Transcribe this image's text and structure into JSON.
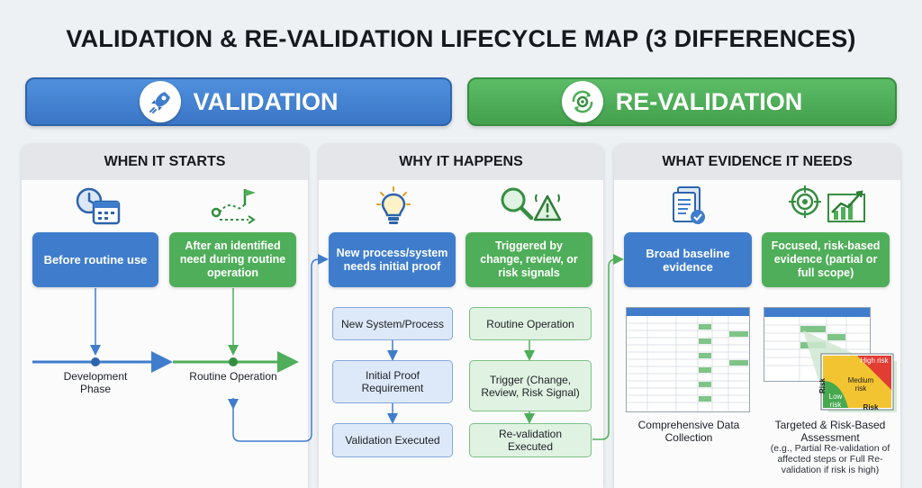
{
  "title": "VALIDATION & RE-VALIDATION LIFECYCLE MAP (3 DIFFERENCES)",
  "banners": {
    "validation": {
      "label": "VALIDATION",
      "icon": "rocket-icon",
      "color": "#3f7dcc"
    },
    "revalidation": {
      "label": "RE-VALIDATION",
      "icon": "gear-cycle-icon",
      "color": "#4fae59"
    }
  },
  "panels": {
    "when": {
      "header": "WHEN IT STARTS",
      "validation_card": "Before routine use",
      "revalidation_card": "After an identified need during routine operation",
      "timeline_left": "Development Phase",
      "timeline_right": "Routine Operation"
    },
    "why": {
      "header": "WHY IT HAPPENS",
      "validation_card": "New process/system needs initial proof",
      "revalidation_card": "Triggered by change, review, or risk signals",
      "validation_steps": [
        "New System/Process",
        "Initial Proof Requirement",
        "Validation Executed"
      ],
      "revalidation_steps": [
        "Routine Operation",
        "Trigger (Change, Review, Risk Signal)",
        "Re-validation Executed"
      ]
    },
    "evidence": {
      "header": "WHAT EVIDENCE IT NEEDS",
      "validation_card": "Broad baseline evidence",
      "revalidation_card": "Focused, risk-based evidence (partial or full scope)",
      "validation_caption": "Comprehensive Data Collection",
      "revalidation_caption": "Targeted & Risk-Based Assessment",
      "revalidation_note": "(e.g., Partial Re-validation of affected steps or Full Re-validation if risk is high)",
      "matrix": {
        "high": "High risk",
        "medium": "Medium risk",
        "low": "Low risk",
        "axis": "Risk"
      }
    }
  },
  "colors": {
    "blue": "#3f7dcc",
    "green": "#4fae59",
    "dark_blue": "#2d64ac",
    "dark_green": "#368e40"
  }
}
